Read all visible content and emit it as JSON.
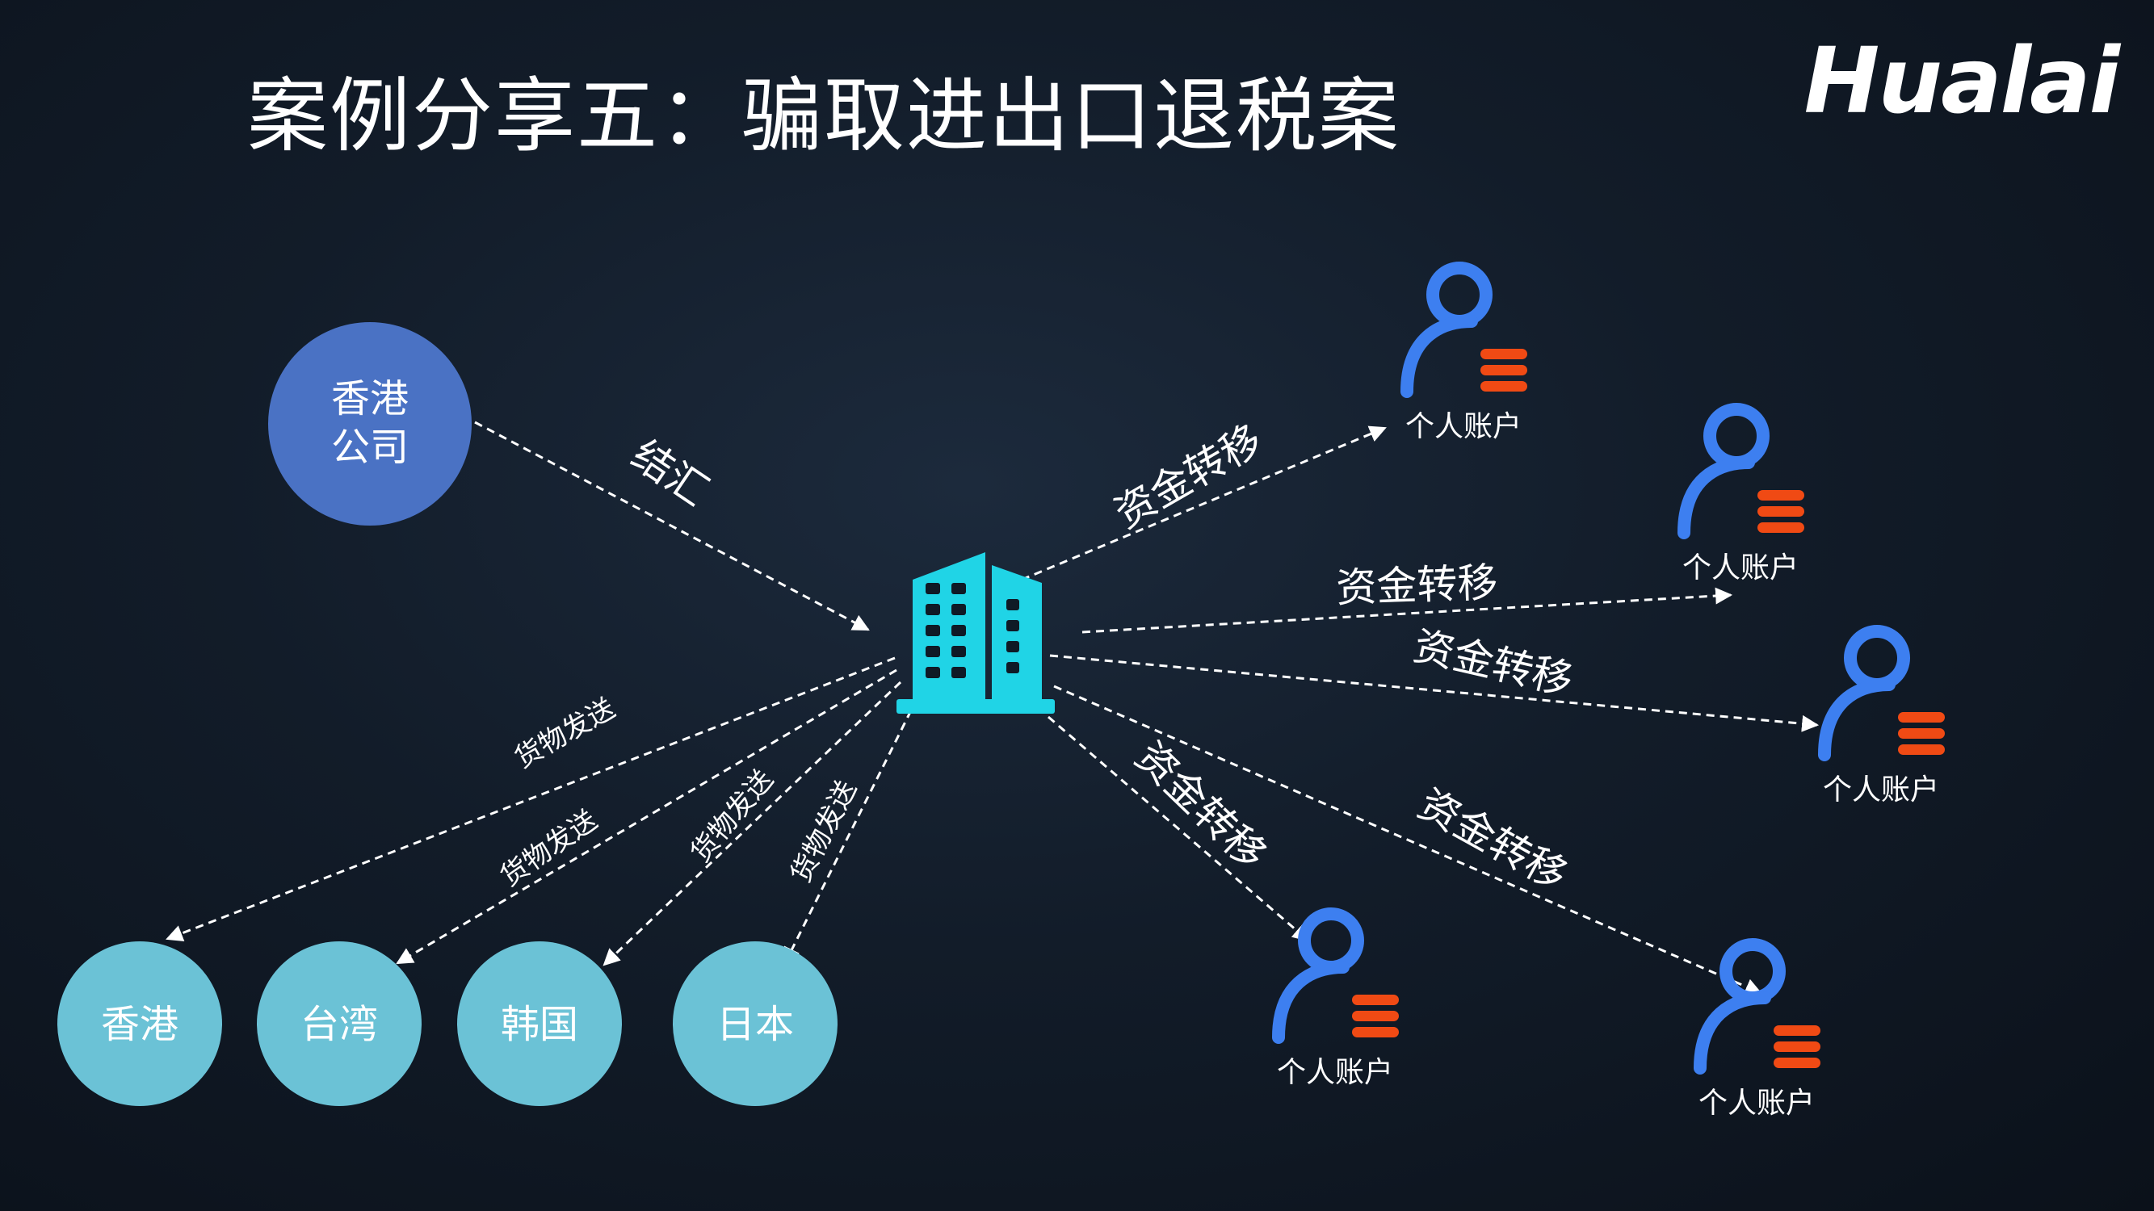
{
  "title": "案例分享五：骗取进出口退税案",
  "logo": "Hualai",
  "source_node": {
    "label_line1": "香港",
    "label_line2": "公司",
    "color": "#4a72c4"
  },
  "inflow_label": "结汇",
  "hub_icon": "office-building-icon",
  "hub_color": "#20d4e6",
  "destinations": [
    {
      "id": "hongkong",
      "label": "香港"
    },
    {
      "id": "taiwan",
      "label": "台湾"
    },
    {
      "id": "korea",
      "label": "韩国"
    },
    {
      "id": "japan",
      "label": "日本"
    }
  ],
  "destination_color": "#6bc2d6",
  "goods_label": "货物发送",
  "fund_label": "资金转移",
  "account_label": "个人账户",
  "account_icon": "user-account-icon",
  "account_icon_color": "#3d7ff0",
  "account_badge_color": "#f04a14",
  "accounts_count": 5
}
